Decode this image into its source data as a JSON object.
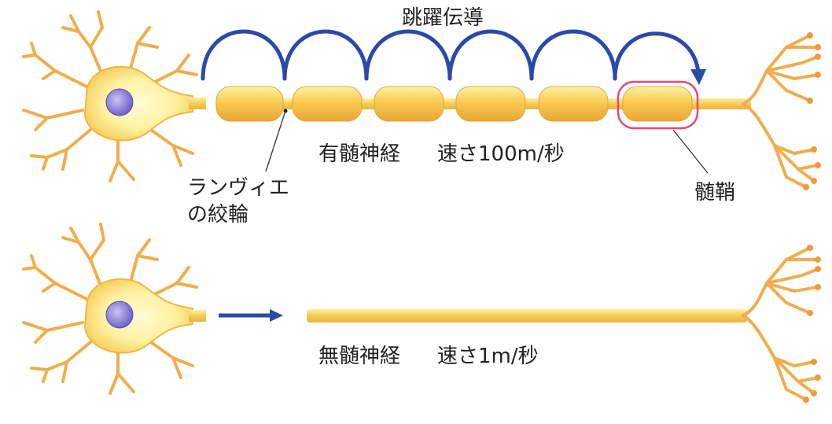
{
  "title": "跳躍伝導",
  "myelinated": {
    "label": "有髄神経",
    "speed": "速さ100m/秒"
  },
  "unmyelinated": {
    "label": "無髄神経",
    "speed": "速さ1m/秒"
  },
  "node_of_ranvier": {
    "line1": "ランヴィエ",
    "line2": "の絞輪"
  },
  "myelin_sheath": "髄鞘",
  "colors": {
    "axon": "#f3c84a",
    "sheath": "#f1b53c",
    "dendrite": "#f0ad4e",
    "soma": "#fff6b0",
    "nucleus": "#8f86d6",
    "arc": "#2b4aa8",
    "highlight": "#e8457a"
  }
}
